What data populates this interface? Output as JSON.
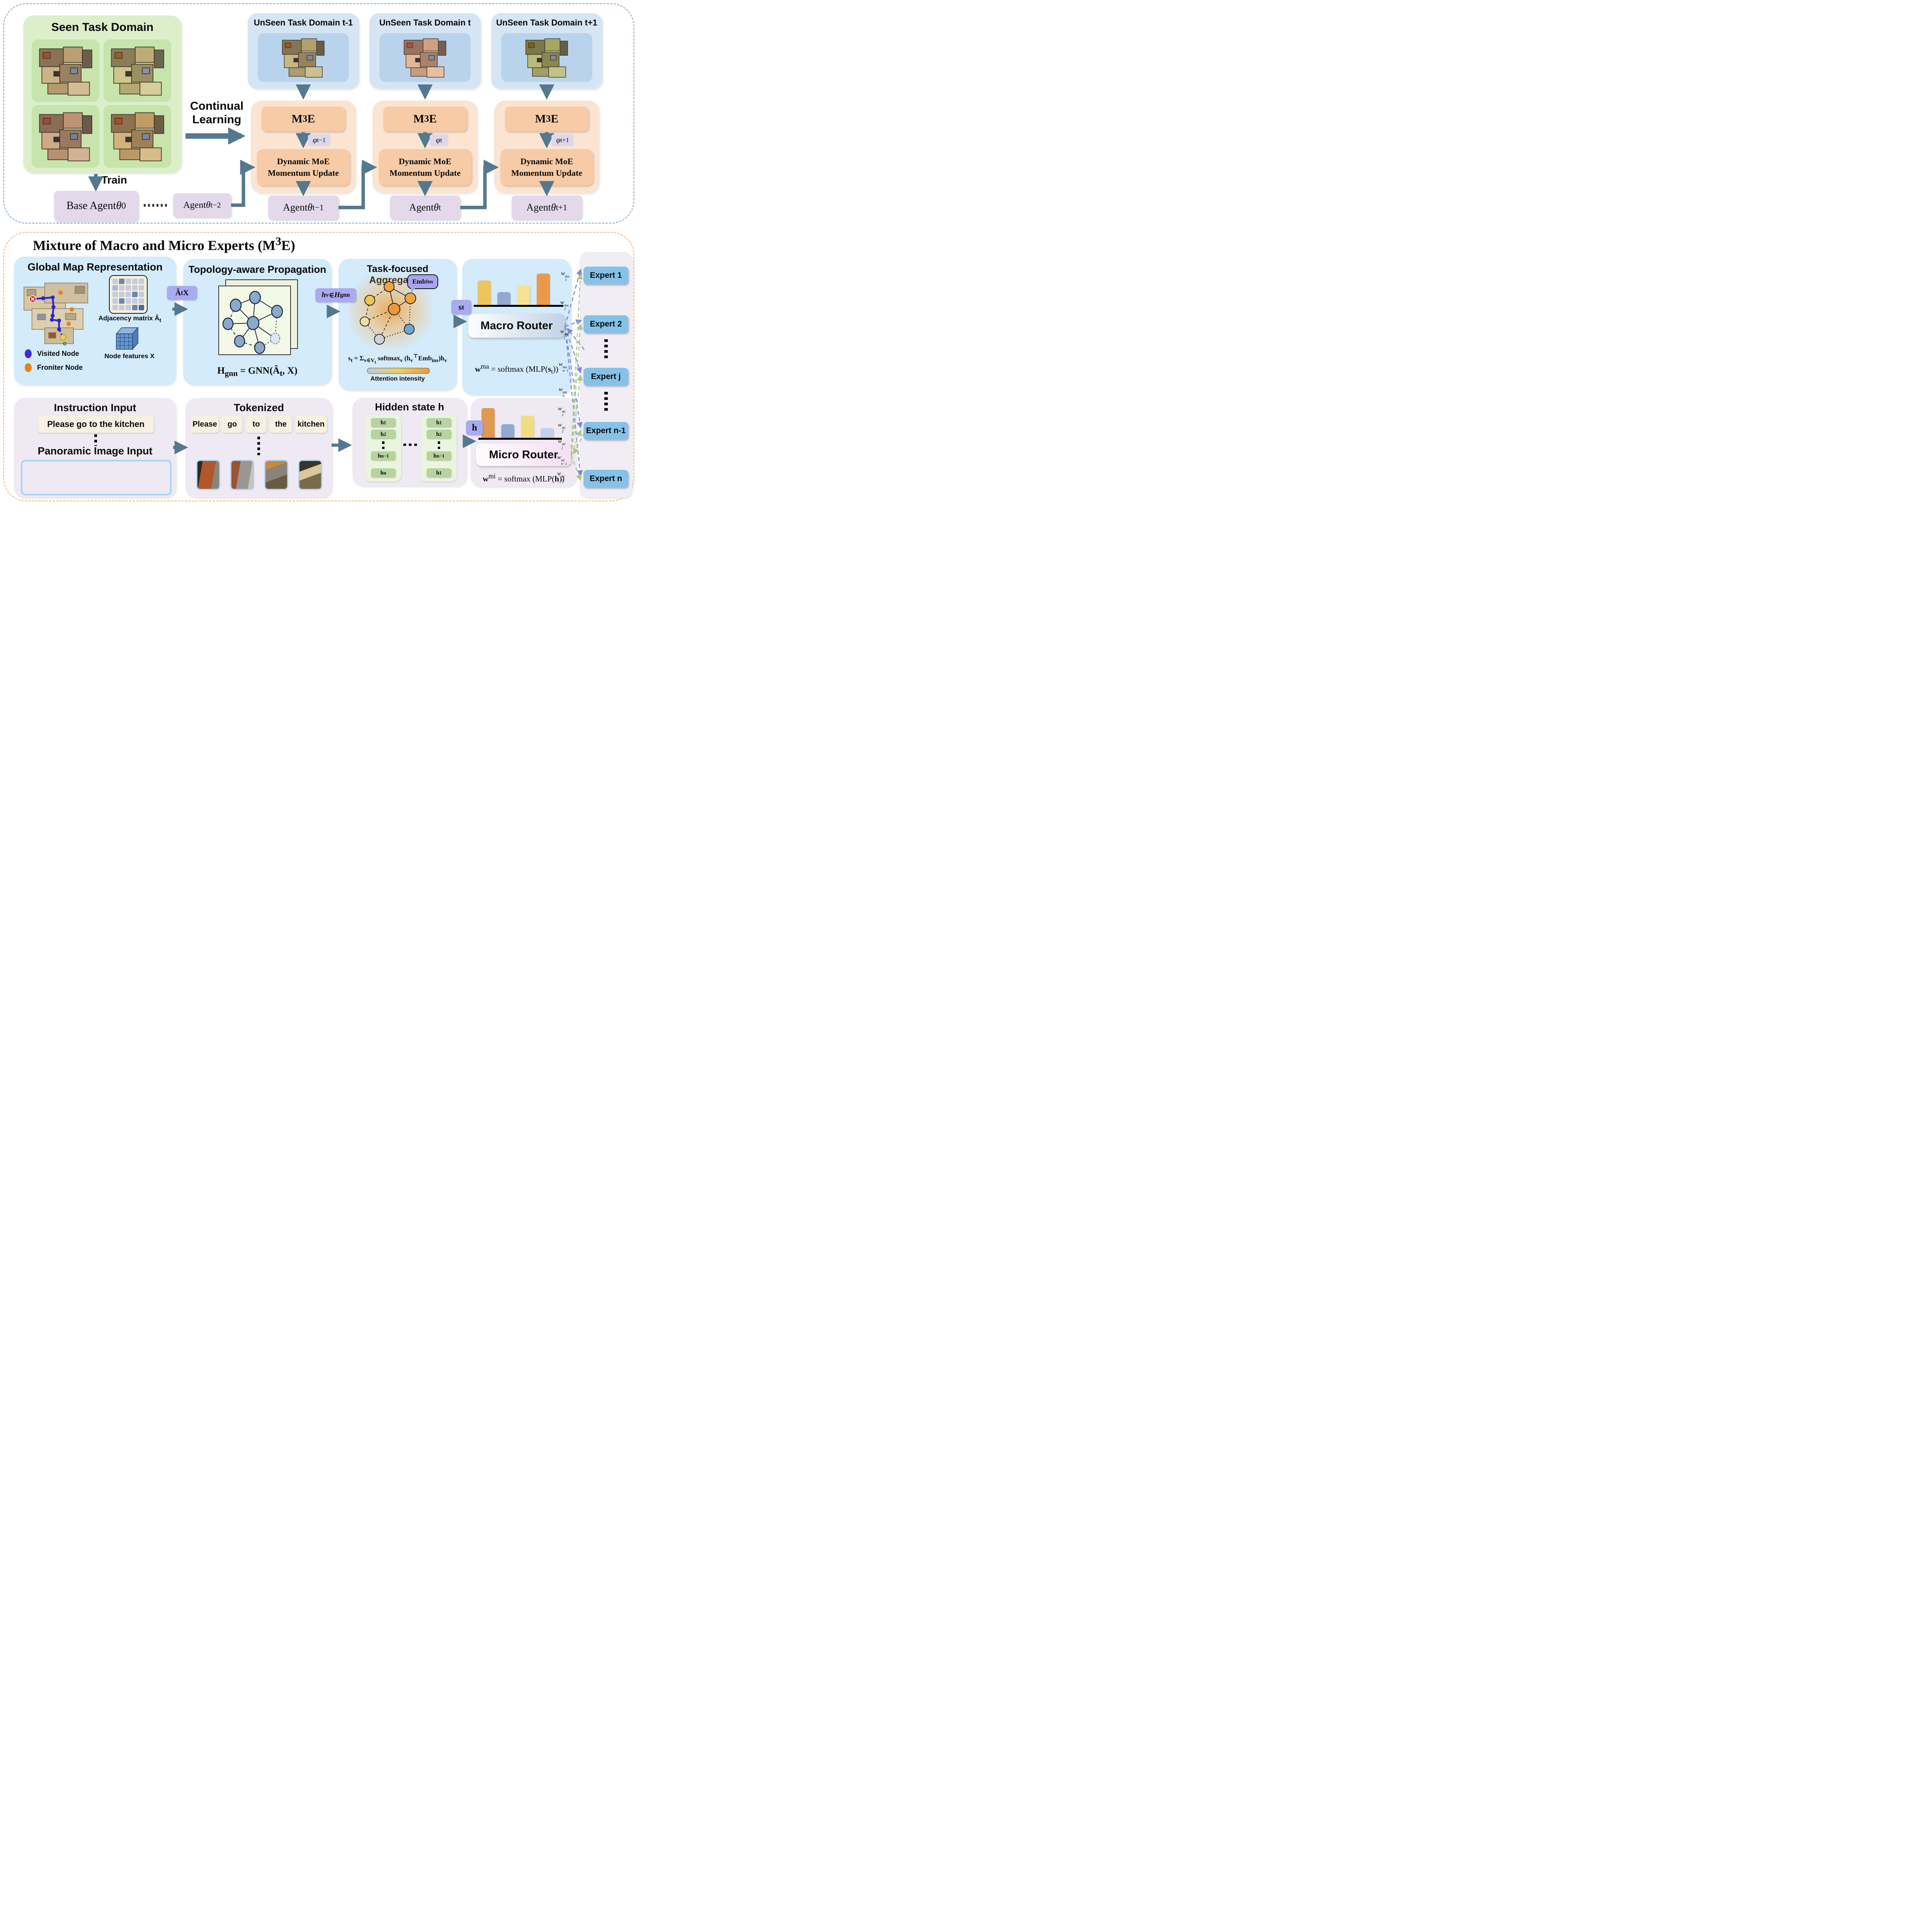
{
  "top": {
    "seen_title": "Seen Task Domain",
    "train_label": "Train",
    "continual_label": "Continual Learning",
    "base_agent": "Base Agent <i>θ</i><sub>0</sub>",
    "agent_prev": "Agent <i>θ</i><sub>t−2</sub>",
    "columns": [
      {
        "title": "UnSeen Task Domain t-1",
        "m3e": "M<sup>3</sup>E",
        "phi": "<i>φ</i><sub>t−1</sub>",
        "update": "Dynamic MoE Momentum Update",
        "agent": "Agent <i>θ</i><sub>t−1</sub>"
      },
      {
        "title": "UnSeen Task Domain t",
        "m3e": "M<sup>3</sup>E",
        "phi": "<i>φ</i><sub>t</sub>",
        "update": "Dynamic MoE Momentum Update",
        "agent": "Agent <i>θ</i><sub>t</sub>"
      },
      {
        "title": "UnSeen Task Domain t+1",
        "m3e": "M<sup>3</sup>E",
        "phi": "<i>φ</i><sub>t+1</sub>",
        "update": "Dynamic MoE Momentum Update",
        "agent": "Agent <i>θ</i><sub>t+1</sub>"
      }
    ]
  },
  "bottom": {
    "section_title": "Mixture of Macro and Micro Experts (M<sup>3</sup>E)",
    "global_map": {
      "title": "Global Map Representation",
      "adjacency_label": "Adjacency matrix <b>Â</b><sub>t</sub>",
      "features_label": "Node features <b>X</b>",
      "legend": [
        {
          "label": "Visited Node",
          "color": "#4329d8"
        },
        {
          "label": "Froniter Node",
          "color": "#e8821d"
        }
      ],
      "grid": [
        [
          "l",
          "d",
          "l",
          "l",
          "l"
        ],
        [
          "m",
          "l",
          "l",
          "l",
          "l"
        ],
        [
          "l",
          "l",
          "l",
          "d",
          "l"
        ],
        [
          "l",
          "d",
          "l",
          "l",
          "l"
        ],
        [
          "l",
          "l",
          "l",
          "d",
          "k"
        ]
      ]
    },
    "arrow1": "<b>Â</b><sub>t</sub> <b>X</b>",
    "topology": {
      "title": "Topology-aware Propagation",
      "formula": "<b>H</b><sub>gnn</sub> = GNN(<b>Â</b><sub>t</sub>, <b>X</b>)"
    },
    "arrow2": "<i>h</i><sub>v</sub> ∈ <i>H</i><sub>gnn</sub>",
    "aggregation": {
      "title": "Task-focused Aggregation",
      "emb": "<b>Emb</b><sub>Ins</sub>",
      "formula": "<b>s</b><sub>t</sub> = Σ<sub>v∈V<sub>t</sub></sub> softmax<sub>v</sub> (<b>h</b><sub>v</sub><sup>⊤</sup><b>Emb</b><sub>ins</sub>)<b>h</b><sub>v</sub>",
      "attention_label": "Attention intensity"
    },
    "arrow3": "<b>s</b><sub>t</sub>",
    "macro": {
      "router": "Macro Router",
      "formula": "<b>w</b><sup>ma</sup> = softmax (MLP(<b>s</b><sub>t</sub>))",
      "bars": [
        {
          "c": "#ecc55c",
          "h": 64
        },
        {
          "c": "#93a9cf",
          "h": 34
        },
        {
          "c": "#f6e291",
          "h": 52
        },
        {
          "c": "#ea9a48",
          "h": 82
        }
      ]
    },
    "instruction": {
      "title": "Instruction Input",
      "text": "Please go to the kitchen",
      "pano_title": "Panoramic Image Input"
    },
    "tokenized": {
      "title": "Tokenized",
      "tokens": [
        "Please",
        "go",
        "to",
        "the",
        "kitchen"
      ]
    },
    "hidden": {
      "title": "Hidden state <b>h</b>",
      "left": [
        "<b>h</b><sub>1</sub>",
        "<b>h</b><sub>2</sub>",
        "<b>h</b><sub>n−1</sub>",
        "<b>h</b><sub>n</sub>"
      ],
      "right": [
        "<b>h</b><sub>1</sub>",
        "<b>h</b><sub>2</sub>",
        "<b>h</b><sub>n−1</sub>",
        "<b>h</b><sub>1</sub>"
      ]
    },
    "arrow4": "<b>h</b>",
    "micro": {
      "router": "Micro Router",
      "formula": "<b>w</b><sup>mi</sup> = softmax (MLP(<b>h</b>))",
      "bars": [
        {
          "c": "#e09a50",
          "h": 78
        },
        {
          "c": "#93a9cf",
          "h": 36
        },
        {
          "c": "#f2dc82",
          "h": 58
        },
        {
          "c": "#c6cfe9",
          "h": 26
        }
      ]
    },
    "experts": [
      "Expert 1",
      "Expert 2",
      "Expert j",
      "Expert n-1",
      "Expert n"
    ],
    "weights_ma": [
      "w<span class='ss'><sup>ma</sup><sub>1</sub></span>",
      "w<span class='ss'><sup>ma</sup><sub>2</sub></span>",
      "w<span class='ss'><sup>ma</sup><sub>j</sub></span>",
      "w<span class='ss'><sup>ma</sup><sub>n−1</sub></span>",
      "w<span class='ss'><sup>ma</sup><sub>n</sub></span>"
    ],
    "weights_mi": [
      "w<span class='ss'><sup>mi</sup><sub>1</sub></span>",
      "w<span class='ss'><sup>mi</sup><sub>2</sub></span>",
      "w<span class='ss'><sup>mi</sup><sub>j</sub></span>",
      "w<span class='ss'><sup>mi</sup><sub>n−1</sub></span>",
      "w<span class='ss'><sup>mi</sup><sub>n</sub></span>"
    ]
  },
  "colors": {
    "arrow_steel": "#54788f",
    "macro_dash": "#7b86e0",
    "micro_dash": "#a8c888",
    "expert_box": "#86c2e8",
    "visited_node": "#4329d8",
    "frontier_node": "#e8821d",
    "seen_bg": "#dcefca",
    "unseen_bg": "#d6e5f4",
    "module_bg": "#f6cba6",
    "agent_bg": "#e4d8eb",
    "panel_blue": "#d3ebfa",
    "panel_lavender": "#efe9f3",
    "top_border": "#a9c0dd",
    "bottom_border": "#f6c9a1"
  }
}
